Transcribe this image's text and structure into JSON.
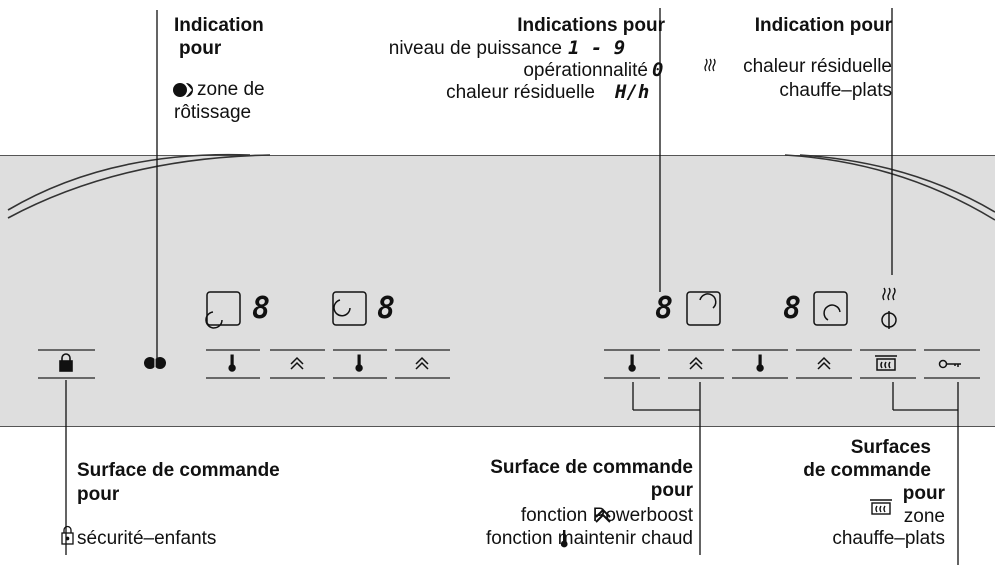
{
  "top_left": {
    "title1": "Indication",
    "title2": "pour",
    "line3": "zone de",
    "line4": "rôtissage"
  },
  "top_mid": {
    "title": "Indications pour",
    "line1": "niveau de puissance",
    "line1_sym": "1 -  9",
    "line2": "opérationnalité",
    "line2_sym": "0",
    "line3": "chaleur résiduelle",
    "line3_sym": "H/h"
  },
  "top_right": {
    "title": "Indication pour",
    "line1": "chaleur résiduelle",
    "line1_sym": "≀≀≀",
    "line2": "chauffe–plats"
  },
  "bottom_left": {
    "title1": "Surface de commande",
    "title2": "pour",
    "line": "sécurité–enfants"
  },
  "bottom_mid": {
    "title1": "Surface de commande",
    "title2": "pour",
    "line1": "fonction Powerboost",
    "line2": "fonction maintenir chaud"
  },
  "bottom_right": {
    "title1": "Surfaces",
    "title2": "de commande",
    "title3": "pour",
    "line1": "zone",
    "line2": "chauffe–plats"
  },
  "panel": {
    "digit": "8",
    "steam_symbol": "≀≀≀",
    "power_symbol": "⏀"
  },
  "icons": [
    "lock-icon",
    "roast-zone-icon",
    "thermometer-icon",
    "double-chevron-up-icon",
    "warming-plate-icon",
    "key-icon"
  ]
}
